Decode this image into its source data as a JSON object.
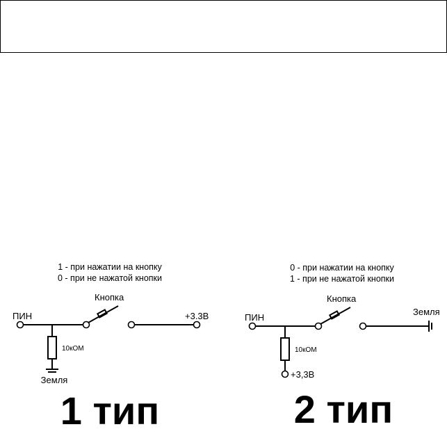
{
  "top_box": {},
  "panel1": {
    "note_line1": "1 - при нажатии на кнопку",
    "note_line2": "0 - при не нажатой кнопки",
    "pin_label": "ПИН",
    "button_label": "Кнопка",
    "supply_label": "+3.3В",
    "resistor_label": "10кОМ",
    "ground_label": "Земля",
    "title": "1 тип"
  },
  "panel2": {
    "note_line1": "0 - при нажатии на кнопку",
    "note_line2": "1 - при не нажатой кнопки",
    "pin_label": "ПИН",
    "button_label": "Кнопка",
    "ground_label": "Земля",
    "resistor_label": "10кОМ",
    "supply_label": "+3,3В",
    "title": "2 тип"
  }
}
